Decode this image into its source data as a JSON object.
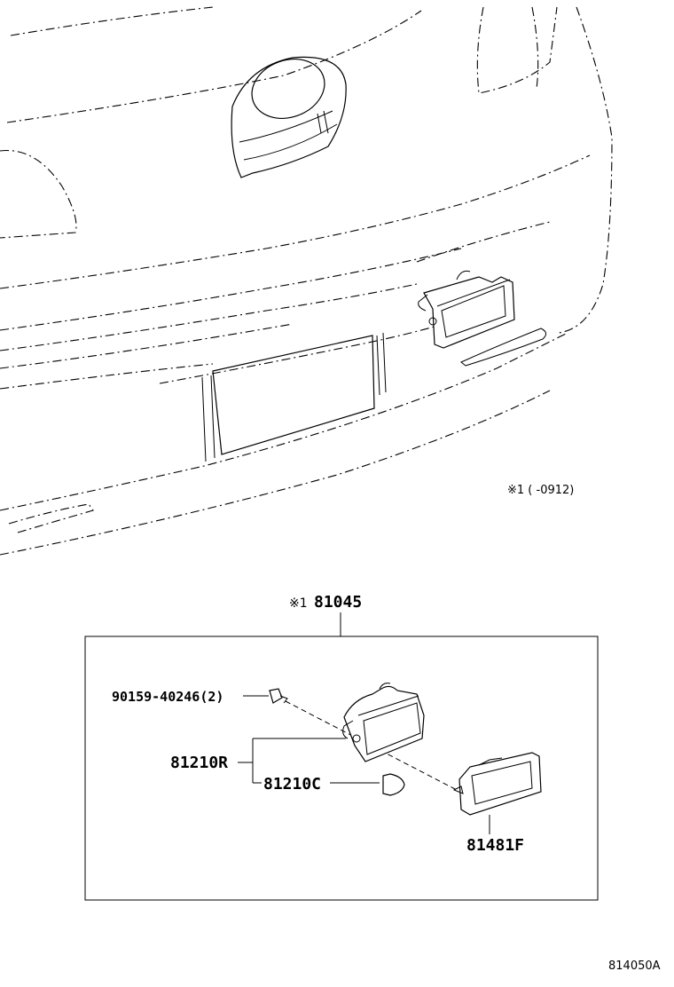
{
  "notes": {
    "applicability": "※1 (      -0912)",
    "diagram_code": "814050A"
  },
  "assembly": {
    "ref_mark": "※1",
    "number": "81045"
  },
  "parts": {
    "screw": "90159-40246(2)",
    "lamp_assy": "81210R",
    "bulb": "81210C",
    "bezel": "81481F"
  }
}
